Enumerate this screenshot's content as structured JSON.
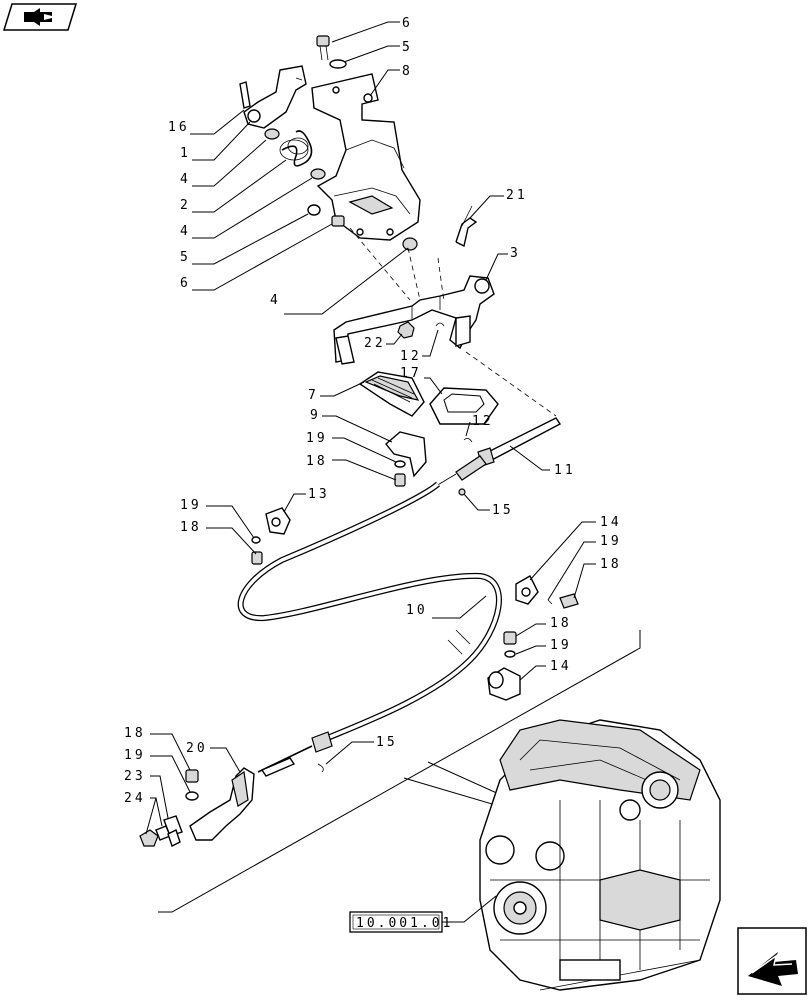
{
  "callouts": [
    {
      "id": "c16",
      "text": "16"
    },
    {
      "id": "c1",
      "text": "1"
    },
    {
      "id": "c4a",
      "text": "4"
    },
    {
      "id": "c2",
      "text": "2"
    },
    {
      "id": "c4b",
      "text": "4"
    },
    {
      "id": "c5a",
      "text": "5"
    },
    {
      "id": "c6a",
      "text": "6"
    },
    {
      "id": "c6b",
      "text": "6"
    },
    {
      "id": "c5b",
      "text": "5"
    },
    {
      "id": "c8",
      "text": "8"
    },
    {
      "id": "c21",
      "text": "21"
    },
    {
      "id": "c3",
      "text": "3"
    },
    {
      "id": "c4c",
      "text": "4"
    },
    {
      "id": "c22",
      "text": "22"
    },
    {
      "id": "c12a",
      "text": "12"
    },
    {
      "id": "c7",
      "text": "7"
    },
    {
      "id": "c17",
      "text": "17"
    },
    {
      "id": "c9",
      "text": "9"
    },
    {
      "id": "c12b",
      "text": "12"
    },
    {
      "id": "c19a",
      "text": "19"
    },
    {
      "id": "c18a",
      "text": "18"
    },
    {
      "id": "c11",
      "text": "11"
    },
    {
      "id": "c15a",
      "text": "15"
    },
    {
      "id": "c19b",
      "text": "19"
    },
    {
      "id": "c13",
      "text": "13"
    },
    {
      "id": "c18b",
      "text": "18"
    },
    {
      "id": "c14a",
      "text": "14"
    },
    {
      "id": "c19c",
      "text": "19"
    },
    {
      "id": "c18c",
      "text": "18"
    },
    {
      "id": "c10",
      "text": "10"
    },
    {
      "id": "c18d",
      "text": "18"
    },
    {
      "id": "c19d",
      "text": "19"
    },
    {
      "id": "c14b",
      "text": "14"
    },
    {
      "id": "c18e",
      "text": "18"
    },
    {
      "id": "c19e",
      "text": "19"
    },
    {
      "id": "c20",
      "text": "20"
    },
    {
      "id": "c15b",
      "text": "15"
    },
    {
      "id": "c23",
      "text": "23"
    },
    {
      "id": "c24",
      "text": "24"
    }
  ],
  "reference_box": {
    "text": "10.001.01"
  },
  "icons": {
    "top_left": "book-arrow-icon",
    "bottom_right": "next-page-arrow-icon"
  }
}
